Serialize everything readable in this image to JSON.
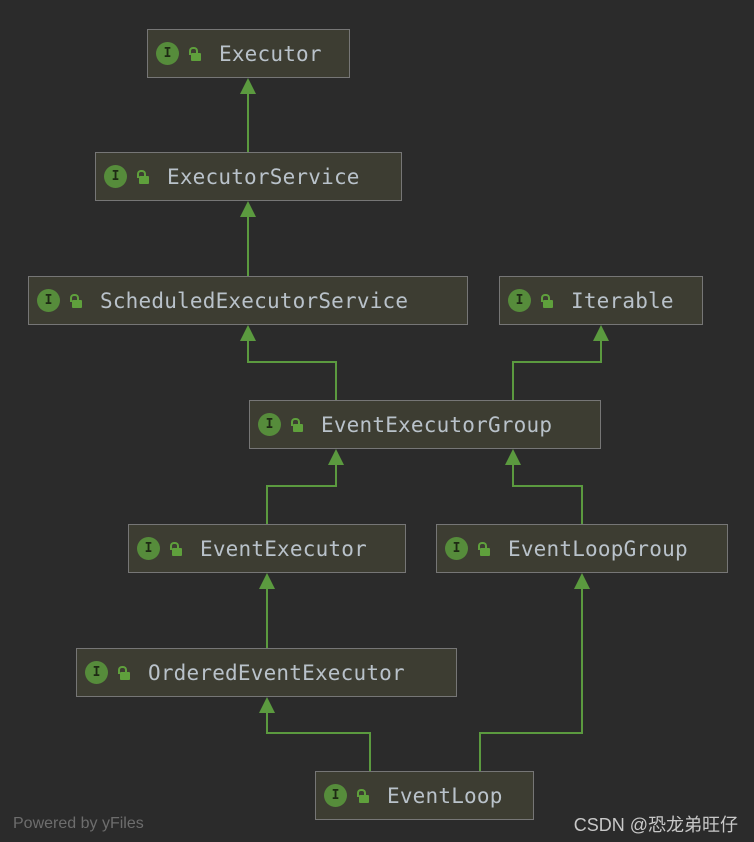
{
  "diagram": {
    "nodes": [
      {
        "id": "executor",
        "label": "Executor",
        "kind": "interface",
        "badge": "I",
        "visibility": "public"
      },
      {
        "id": "executor-service",
        "label": "ExecutorService",
        "kind": "interface",
        "badge": "I",
        "visibility": "public"
      },
      {
        "id": "scheduled-executor-service",
        "label": "ScheduledExecutorService",
        "kind": "interface",
        "badge": "I",
        "visibility": "public"
      },
      {
        "id": "iterable",
        "label": "Iterable",
        "kind": "interface",
        "badge": "I",
        "visibility": "public"
      },
      {
        "id": "event-executor-group",
        "label": "EventExecutorGroup",
        "kind": "interface",
        "badge": "I",
        "visibility": "public"
      },
      {
        "id": "event-executor",
        "label": "EventExecutor",
        "kind": "interface",
        "badge": "I",
        "visibility": "public"
      },
      {
        "id": "event-loop-group",
        "label": "EventLoopGroup",
        "kind": "interface",
        "badge": "I",
        "visibility": "public"
      },
      {
        "id": "ordered-event-executor",
        "label": "OrderedEventExecutor",
        "kind": "interface",
        "badge": "I",
        "visibility": "public"
      },
      {
        "id": "event-loop",
        "label": "EventLoop",
        "kind": "interface",
        "badge": "I",
        "visibility": "public"
      }
    ],
    "edges": [
      {
        "from": "executor-service",
        "to": "executor",
        "type": "extends"
      },
      {
        "from": "scheduled-executor-service",
        "to": "executor-service",
        "type": "extends"
      },
      {
        "from": "event-executor-group",
        "to": "scheduled-executor-service",
        "type": "extends"
      },
      {
        "from": "event-executor-group",
        "to": "iterable",
        "type": "extends"
      },
      {
        "from": "event-executor",
        "to": "event-executor-group",
        "type": "extends"
      },
      {
        "from": "event-loop-group",
        "to": "event-executor-group",
        "type": "extends"
      },
      {
        "from": "ordered-event-executor",
        "to": "event-executor",
        "type": "extends"
      },
      {
        "from": "event-loop",
        "to": "ordered-event-executor",
        "type": "extends"
      },
      {
        "from": "event-loop",
        "to": "event-loop-group",
        "type": "extends"
      }
    ]
  },
  "colors": {
    "background": "#2b2b2b",
    "node_fill": "#3d3d32",
    "node_border": "#767676",
    "edge": "#5b9a3f",
    "badge": "#568c3b",
    "label_text": "#b9c2ca"
  },
  "footer": {
    "powered_by": "Powered by yFiles",
    "watermark": "CSDN @恐龙弟旺仔"
  }
}
